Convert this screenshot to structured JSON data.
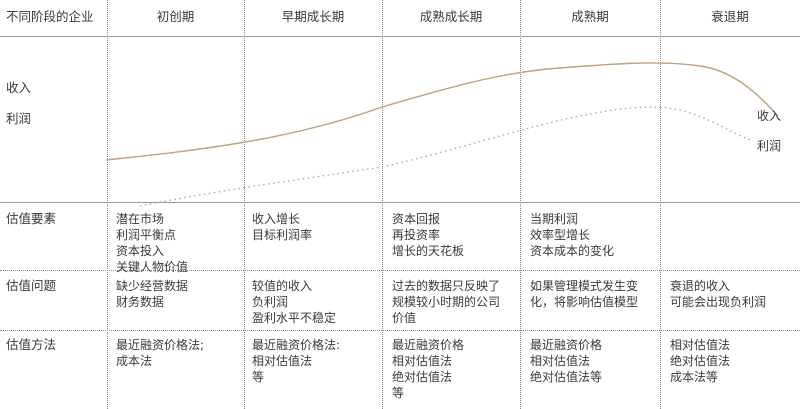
{
  "corner_label": "不同阶段的企业",
  "stages": [
    "初创期",
    "早期成长期",
    "成熟成长期",
    "成熟期",
    "衰退期"
  ],
  "chart": {
    "left_labels": {
      "revenue": "收入",
      "profit": "利润"
    },
    "end_labels": {
      "revenue": "收入",
      "profit": "利润"
    },
    "colors": {
      "revenue": "#bfa27e",
      "profit": "#b8a27f"
    }
  },
  "rows": [
    {
      "label": "估值要素",
      "cells": [
        "潜在市场\n利润平衡点\n资本投入\n关键人物价值",
        "收入增长\n目标利润率",
        "资本回报\n再投资率\n增长的天花板",
        "当期利润\n效率型增长\n资本成本的变化",
        ""
      ]
    },
    {
      "label": "估值问题",
      "cells": [
        "缺少经营数据\n财务数据",
        "较值的收入\n负利润\n盈利水平不稳定",
        "过去的数据只反映了\n规模较小时期的公司\n价值",
        "如果管理模式发生变\n化，将影响估值模型",
        "衰退的收入\n可能会出现负利润"
      ]
    },
    {
      "label": "估值方法",
      "cells": [
        "最近融资价格法;\n成本法",
        "最近融资价格法:\n相对估值法\n等",
        "最近融资价格\n相对估值法\n绝对估值法\n等",
        "最近融资价格\n相对估值法\n绝对估值法等",
        "相对估值法\n绝对估值法\n成本法等"
      ]
    }
  ]
}
